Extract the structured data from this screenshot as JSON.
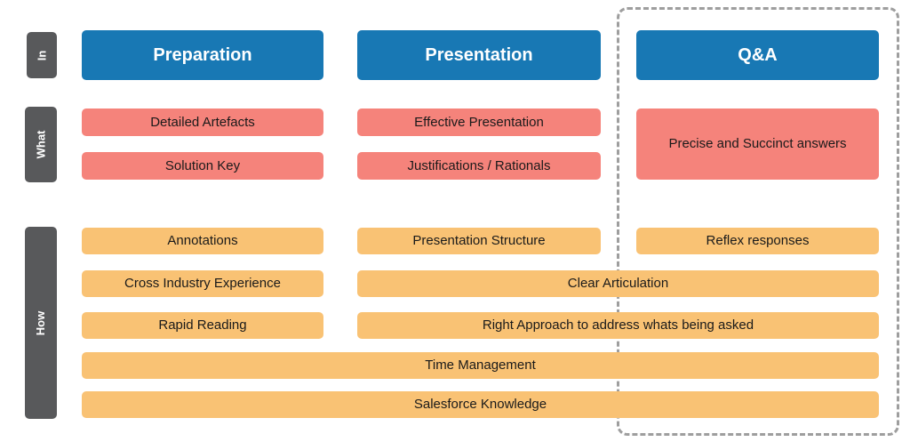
{
  "side_labels": {
    "in": "In",
    "what": "What",
    "how": "How"
  },
  "headers": {
    "preparation": "Preparation",
    "presentation": "Presentation",
    "qa": "Q&A"
  },
  "what_section": {
    "preparation_items": [
      "Detailed Artefacts",
      "Solution Key"
    ],
    "presentation_items": [
      "Effective Presentation",
      "Justifications / Rationals"
    ],
    "qa_item": "Precise and Succinct answers"
  },
  "how_section": {
    "annotations": "Annotations",
    "presentation_structure": "Presentation Structure",
    "reflex_responses": "Reflex responses",
    "cross_industry": "Cross Industry Experience",
    "clear_articulation": "Clear Articulation",
    "rapid_reading": "Rapid Reading",
    "right_approach": "Right Approach to address whats being asked",
    "time_management": "Time Management",
    "salesforce_knowledge": "Salesforce Knowledge"
  },
  "colors": {
    "header_blue": "#1878b4",
    "what_salmon": "#f5837b",
    "how_orange": "#f9c274",
    "label_gray": "#58595b",
    "outline_gray": "#9e9e9e"
  }
}
